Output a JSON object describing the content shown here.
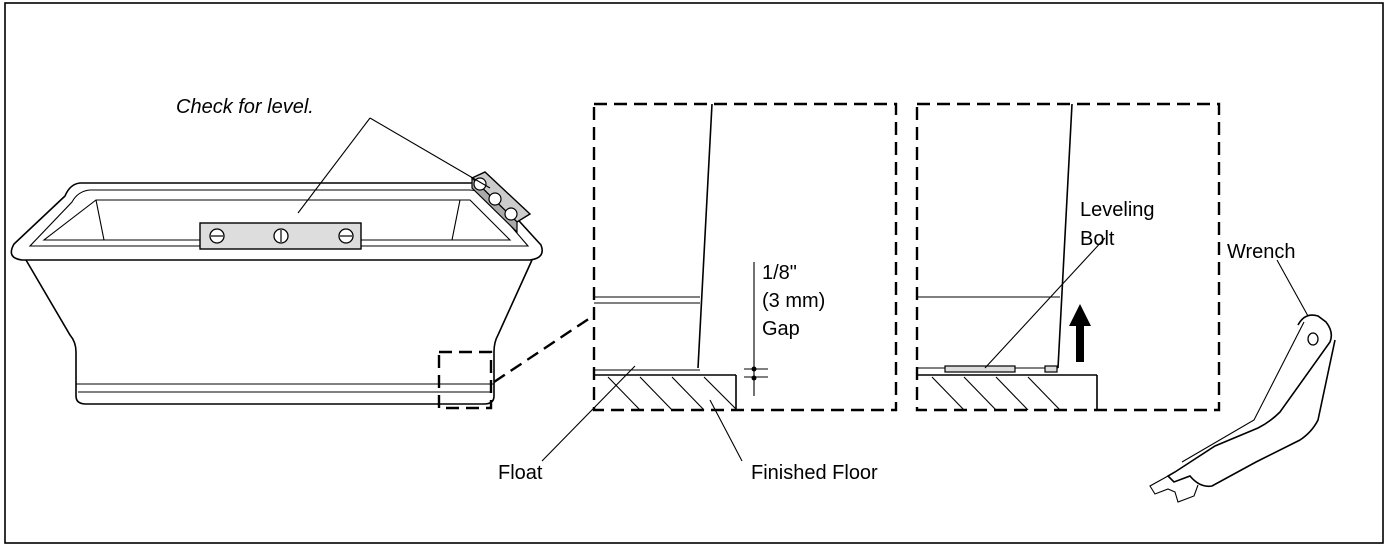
{
  "labels": {
    "check_level": "Check for level.",
    "gap_line1": "1/8\"",
    "gap_line2": "(3 mm)",
    "gap_line3": "Gap",
    "leveling_line1": "Leveling",
    "leveling_line2": "Bolt",
    "wrench": "Wrench",
    "float": "Float",
    "finished_floor": "Finished Floor"
  }
}
